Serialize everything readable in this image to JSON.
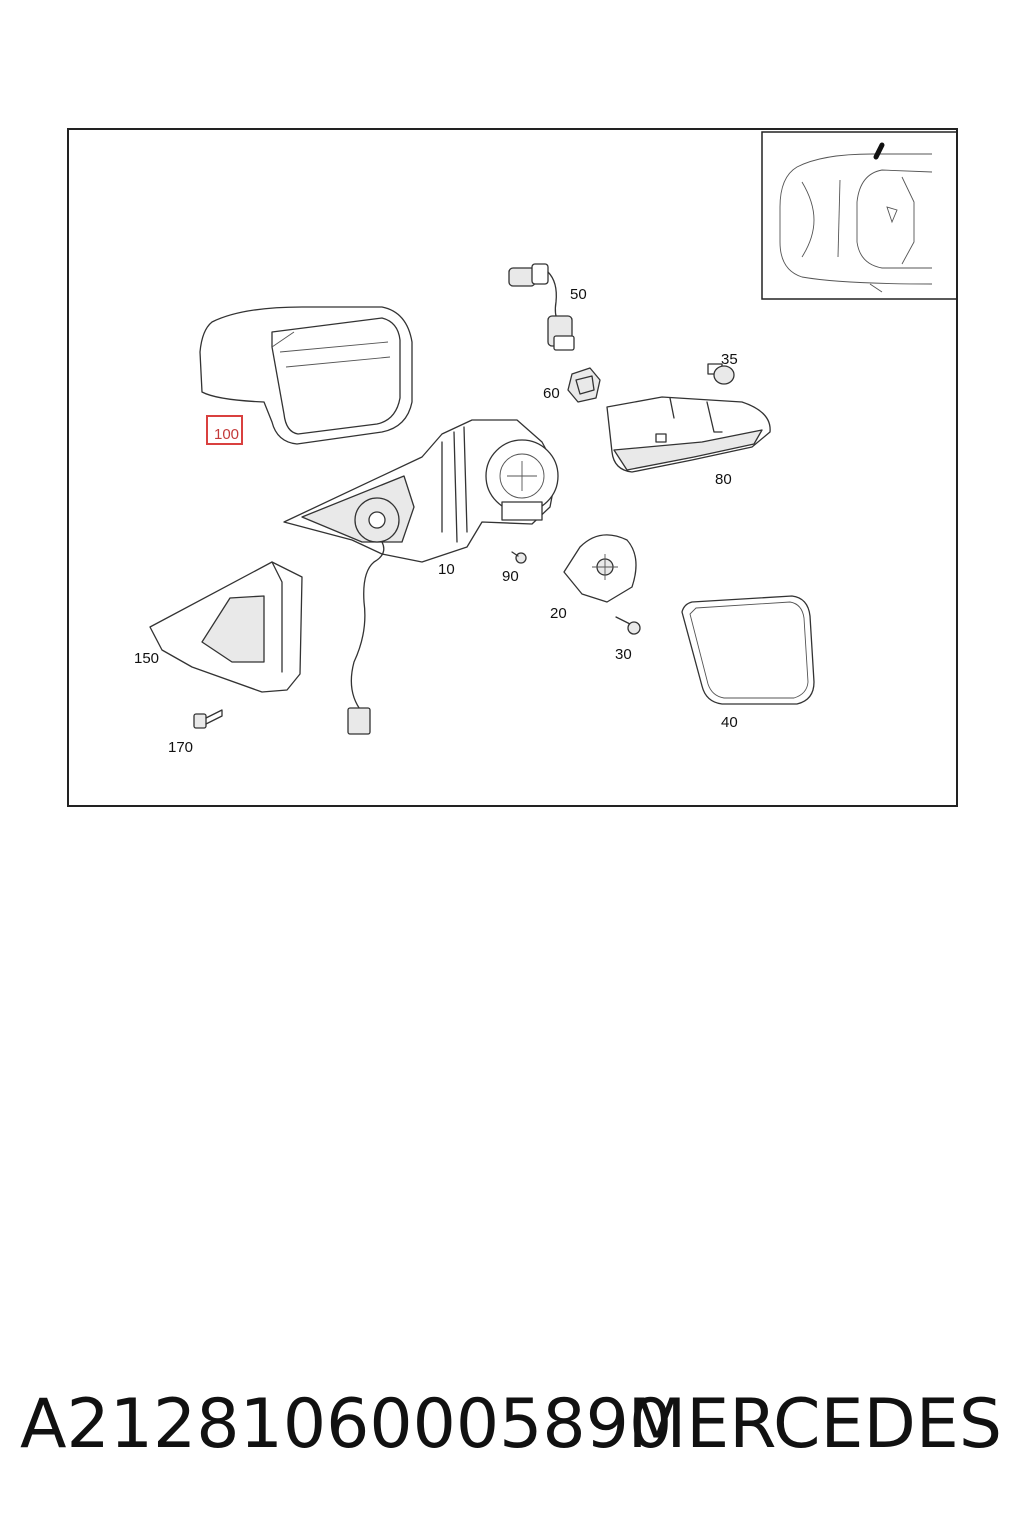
{
  "diagram": {
    "callouts": [
      {
        "id": "c50",
        "label": "50"
      },
      {
        "id": "c35",
        "label": "35"
      },
      {
        "id": "c60",
        "label": "60"
      },
      {
        "id": "c100",
        "label": "100",
        "highlighted": true
      },
      {
        "id": "c80",
        "label": "80"
      },
      {
        "id": "c10",
        "label": "10"
      },
      {
        "id": "c90",
        "label": "90"
      },
      {
        "id": "c20",
        "label": "20"
      },
      {
        "id": "c150",
        "label": "150"
      },
      {
        "id": "c30",
        "label": "30"
      },
      {
        "id": "c40",
        "label": "40"
      },
      {
        "id": "c170",
        "label": "170"
      }
    ],
    "highlight_color": "#d9403f"
  },
  "footer": {
    "part_number": "A21281060005890",
    "brand": "MERCEDES"
  }
}
